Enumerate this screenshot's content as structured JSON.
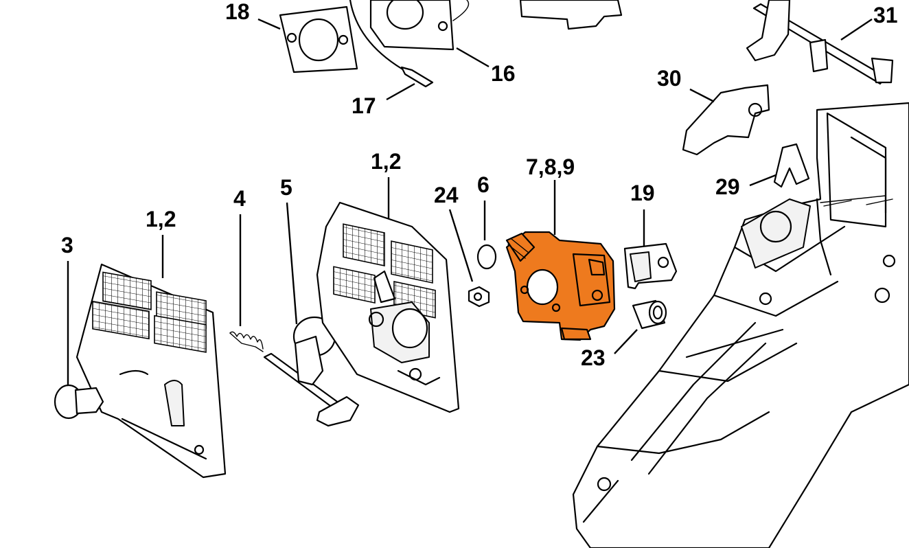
{
  "highlight_color": "#EE7A1E",
  "callouts": [
    {
      "id": "c18",
      "text": "18"
    },
    {
      "id": "c16",
      "text": "16"
    },
    {
      "id": "c17",
      "text": "17"
    },
    {
      "id": "c31",
      "text": "31"
    },
    {
      "id": "c30",
      "text": "30"
    },
    {
      "id": "c29",
      "text": "29"
    },
    {
      "id": "c12a",
      "text": "1,2"
    },
    {
      "id": "c12b",
      "text": "1,2"
    },
    {
      "id": "c3",
      "text": "3"
    },
    {
      "id": "c4",
      "text": "4"
    },
    {
      "id": "c5",
      "text": "5"
    },
    {
      "id": "c24",
      "text": "24"
    },
    {
      "id": "c6",
      "text": "6"
    },
    {
      "id": "c789",
      "text": "7,8,9"
    },
    {
      "id": "c19",
      "text": "19"
    },
    {
      "id": "c23",
      "text": "23"
    }
  ]
}
